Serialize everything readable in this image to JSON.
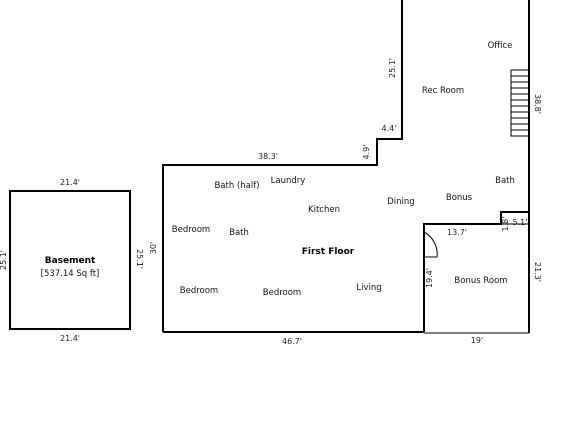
{
  "basement": {
    "title": "Basement",
    "area": "[537.14 Sq ft]",
    "dim_top": "21.4'",
    "dim_bottom": "21.4'",
    "dim_left": "25.1'",
    "dim_right": "25.1'"
  },
  "first_floor": {
    "title": "First Floor",
    "rooms": {
      "office": "Office",
      "rec_room": "Rec Room",
      "bath_half": "Bath (half)",
      "laundry": "Laundry",
      "kitchen": "Kitchen",
      "dining": "Dining",
      "bonus": "Bonus",
      "bath_right": "Bath",
      "bedroom_left": "Bedroom",
      "bath_left": "Bath",
      "bedroom_bottom_left": "Bedroom",
      "bedroom_bottom_mid": "Bedroom",
      "living": "Living",
      "bonus_room": "Bonus Room"
    },
    "dims": {
      "top_left": "38.3'",
      "step_vertical": "4.9'",
      "step_horizontal": "4.4'",
      "tower_left": "25.1'",
      "right_upper": "38.8'",
      "left_side": "30'",
      "bottom": "46.7'",
      "bonus_top": "13.7'",
      "bath_small_v": "1.8'",
      "bath_small_h": "5.1'",
      "bonus_door_v": "19.4'",
      "right_lower": "21.3'",
      "bonus_bottom": "19'"
    }
  }
}
